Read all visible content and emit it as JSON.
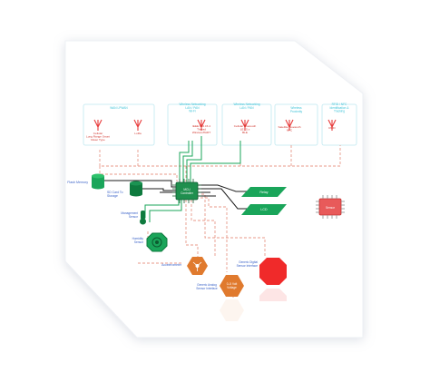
{
  "colors": {
    "green": "#1aa55a",
    "dark_green": "#0e7a3e",
    "red": "#e83a3a",
    "orange": "#e07a2e",
    "cyan": "#3fc3d8",
    "blue_text": "#3a62c8",
    "red_text": "#d0342c",
    "dashed": "#e89a8a",
    "chip": "#1f8f4e"
  },
  "radio_groups": [
    {
      "title": "WAN LPWAN",
      "antennas": [
        {
          "label_lines": [
            "Cellular",
            "Long Range Smart",
            "Meter Type"
          ]
        },
        {
          "label_lines": [
            "LoRa"
          ]
        }
      ]
    },
    {
      "title_lines": [
        "Wireless Networking",
        "LAN / PAN",
        "Wi-Fi"
      ],
      "antennas": [
        {
          "label_lines": [
            "IEEE 802.15.4",
            "Thread",
            "WirelessHART"
          ]
        }
      ]
    },
    {
      "title_lines": [
        "Wireless Networking",
        "LAN / PAN"
      ],
      "antennas": [
        {
          "label_lines": [
            "Cellular Bluetooth",
            "LE / 5.x",
            "BLE"
          ]
        }
      ]
    },
    {
      "title_lines": [
        "Wireless",
        "Proximity"
      ],
      "antennas": [
        {
          "label_lines": [
            "Satellite Bluetooth",
            "NFC"
          ]
        }
      ]
    },
    {
      "title_lines": [
        "RFID / NFC",
        "Identification &",
        "Tracking"
      ],
      "antennas": [
        {
          "label_lines": [
            "RFID"
          ]
        }
      ]
    }
  ],
  "nodes": {
    "flash_memory": "Flash Memory",
    "sd_card": [
      "SD Card To",
      "Storage"
    ],
    "management_sensor": [
      "Management",
      "Sensor"
    ],
    "humidity_sensor": [
      "Humidity",
      "Sensor"
    ],
    "mcu": [
      "MCU",
      "Controller"
    ],
    "accelerometer": "Accelerometer",
    "analog_sensor": [
      "Generic Analog",
      "Sensor Interface"
    ],
    "digital_sensor": [
      "Generic Digital",
      "Sensor Interface"
    ],
    "voltage_sensor": [
      "0–5 Volt",
      "Voltage"
    ],
    "relay_display": "Relay",
    "lcd_display": "LCD",
    "standalone_chip": "Sensor"
  }
}
